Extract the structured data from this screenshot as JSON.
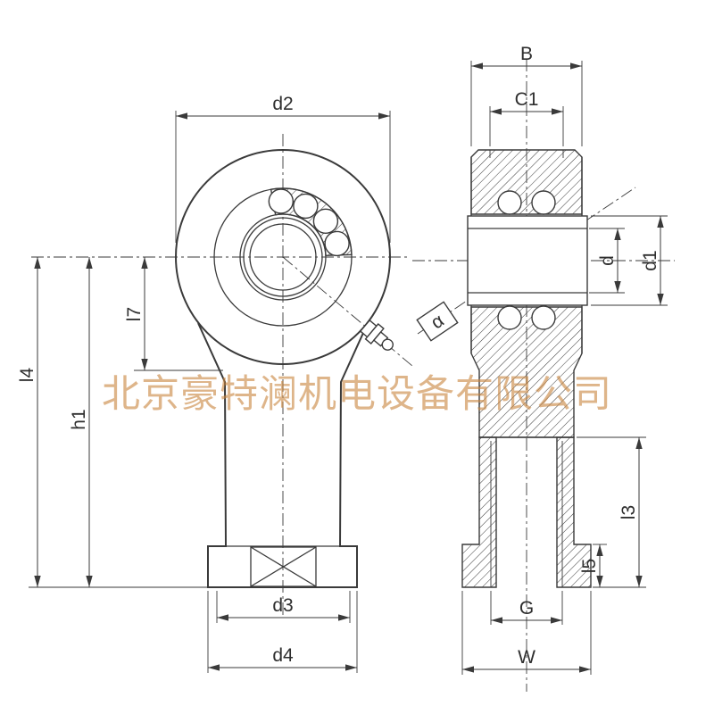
{
  "watermark": {
    "text": "北京豪特澜机电设备有限公司",
    "color": "#c9853e"
  },
  "colors": {
    "line": "#3a3a3a",
    "background": "#ffffff"
  },
  "labels": {
    "d2": "d2",
    "l7": "l7",
    "h1": "h1",
    "l4": "l4",
    "d3": "d3",
    "d4": "d4",
    "B": "B",
    "C1": "C1",
    "d": "d",
    "d1": "d1",
    "alpha": "α",
    "l3": "l3",
    "l5": "l5",
    "G": "G",
    "W": "W"
  }
}
